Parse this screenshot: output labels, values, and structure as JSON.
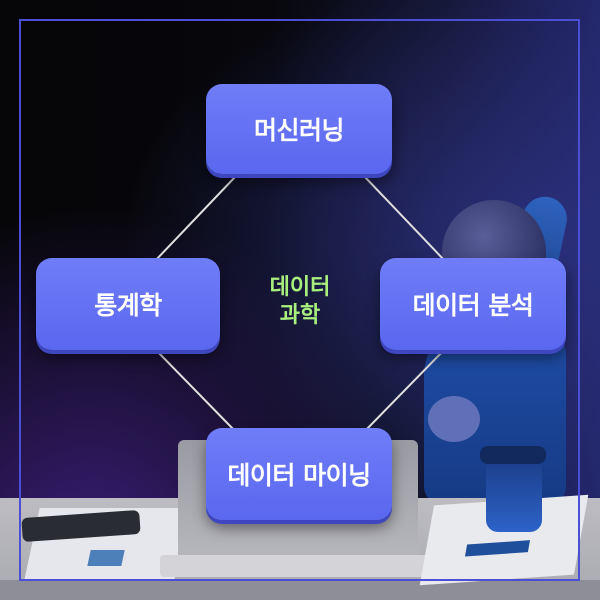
{
  "diagram": {
    "center": {
      "line1": "데이터",
      "line2": "과학"
    },
    "nodes": {
      "top": "머신러닝",
      "left": "통계학",
      "right": "데이터 분석",
      "bottom": "데이터 마이닝"
    },
    "colors": {
      "node_fill": "#6a77f5",
      "center_text": "#a8ef7e",
      "connector": "#e0e0e0",
      "frame": "#4b4fd6"
    }
  }
}
